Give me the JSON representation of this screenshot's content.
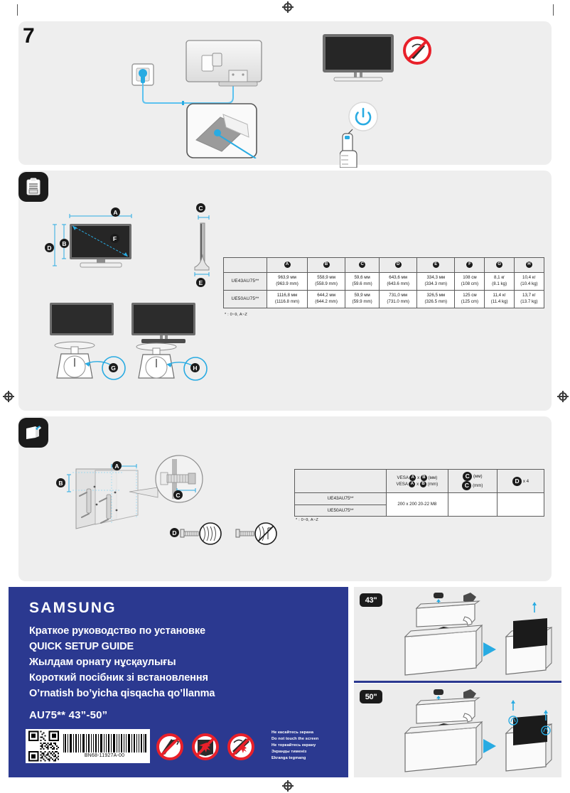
{
  "document": {
    "type": "quick-setup-guide",
    "brand": "SAMSUNG",
    "part_number": "BN68-11927A-00",
    "model_family": "AU75** 43”-50”"
  },
  "section_power": {
    "number": "7",
    "icons": {
      "wall_outlet": "power-outlet-icon",
      "tv_rear": "tv-rear-icon",
      "cable_clip": "cable-clip-icon",
      "tv_front": "tv-front-icon",
      "no_touch_screen": "no-touch-screen-icon",
      "power_button": "power-button-icon",
      "remote_hand": "hand-holding-remote-icon"
    }
  },
  "section_specs": {
    "badge_icon": "clipboard-icon",
    "diagram_labels": [
      "A",
      "B",
      "C",
      "D",
      "E",
      "F"
    ],
    "scale_labels": [
      "G",
      "H"
    ],
    "footnote": "* : 0~9, A~Z",
    "table": {
      "headers": [
        "",
        "A",
        "B",
        "C",
        "D",
        "E",
        "F",
        "G",
        "H"
      ],
      "rows": [
        {
          "model": "UE43AU75**",
          "values": [
            {
              "metric": "963,9 мм",
              "imperial": "(963.9 mm)"
            },
            {
              "metric": "558,9 мм",
              "imperial": "(558.9 mm)"
            },
            {
              "metric": "59,6 мм",
              "imperial": "(59.6 mm)"
            },
            {
              "metric": "643,6 мм",
              "imperial": "(643.6 mm)"
            },
            {
              "metric": "334,3 мм",
              "imperial": "(334.3 mm)"
            },
            {
              "metric": "108 см",
              "imperial": "(108 cm)"
            },
            {
              "metric": "8,1 кг",
              "imperial": "(8.1 kg)"
            },
            {
              "metric": "10,4 кг",
              "imperial": "(10.4 kg)"
            }
          ]
        },
        {
          "model": "UE50AU75**",
          "values": [
            {
              "metric": "1116,8 мм",
              "imperial": "(1116.8 mm)"
            },
            {
              "metric": "644,2 мм",
              "imperial": "(644.2 mm)"
            },
            {
              "metric": "59,9 мм",
              "imperial": "(59.9 mm)"
            },
            {
              "metric": "731,0 мм",
              "imperial": "(731.0 mm)"
            },
            {
              "metric": "326,5 мм",
              "imperial": "(326.5 mm)"
            },
            {
              "metric": "125 см",
              "imperial": "(125 cm)"
            },
            {
              "metric": "11,4 кг",
              "imperial": "(11.4 kg)"
            },
            {
              "metric": "13,7 кг",
              "imperial": "(13.7 kg)"
            }
          ]
        }
      ]
    }
  },
  "section_mount": {
    "badge_icon": "wall-mount-icon",
    "diagram_labels": [
      "A",
      "B",
      "C",
      "D"
    ],
    "footnote": "* : 0~9, A~Z",
    "table": {
      "header_vesa_metric_prefix": "VESA",
      "header_vesa_metric_unit": "(мм)",
      "header_vesa_imperial_unit": "(mm)",
      "header_c_metric_unit": "(мм)",
      "header_c_imperial_unit": "(mm)",
      "header_d_count": "x 4",
      "rows": [
        {
          "model": "UE43AU75**"
        },
        {
          "model": "UE50AU75**"
        }
      ],
      "vesa_value": "200 x 200 20-22 M8",
      "c_value": "",
      "d_value": ""
    }
  },
  "cover": {
    "logo": "SAMSUNG",
    "titles": [
      "Краткое руководство по установке",
      "QUICK SETUP GUIDE",
      "Жылдам орнату нұсқаулығы",
      "Короткий посібник зі встановлення",
      "O’rnatish bo’yicha qisqacha qo’llanma"
    ],
    "model_line": "AU75** 43”-50”",
    "barcode_text": "BN68-11927A-00",
    "prohibitions": [
      "no-touch-screen-icon",
      "no-press-screen-icon",
      "no-push-screen-icon"
    ],
    "warnings": [
      "Не касайтесь экрана",
      "Do not touch the screen",
      "Не торкайтесь екрану",
      "Экранды тименіз",
      "Ekranga tegmang"
    ]
  },
  "unboxing": {
    "steps": [
      {
        "size_label": "43\"",
        "icons": [
          "styrofoam-top-icon",
          "stand-base-icon",
          "screw-bag-icon",
          "remote-icon",
          "carton-box-icon",
          "arrow-right-icon",
          "tv-lift-icon"
        ]
      },
      {
        "size_label": "50\"",
        "icons": [
          "styrofoam-top-icon",
          "stand-base-icon",
          "screw-bag-icon",
          "remote-icon",
          "carton-box-icon",
          "arrow-right-icon",
          "tv-lift-two-person-icon"
        ]
      }
    ]
  },
  "colors": {
    "brand_blue": "#2b3990",
    "panel_gray": "#eeeeee",
    "accent_cyan": "#29ABE2",
    "warning_red": "#e8202a",
    "badge_black": "#1b1b1b"
  }
}
